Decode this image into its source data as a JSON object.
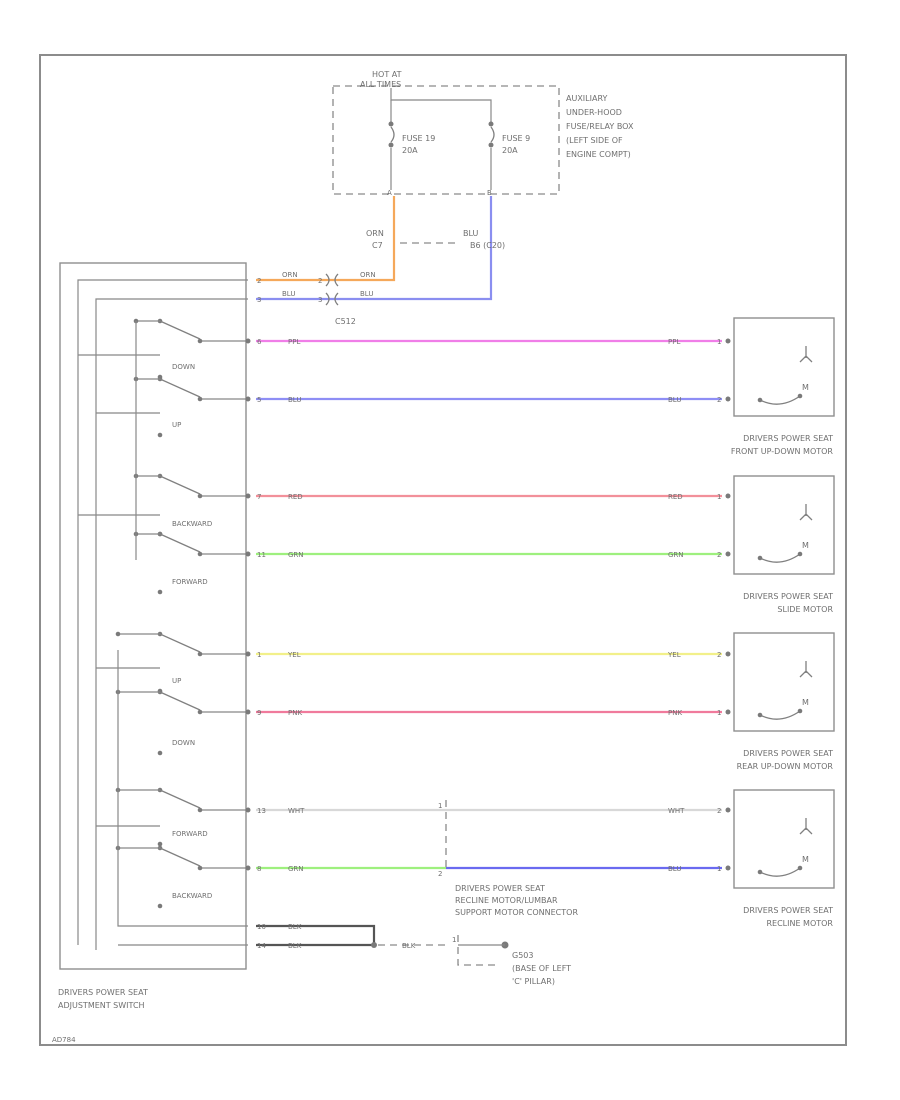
{
  "fuse_box": {
    "hot_label_1": "HOT AT",
    "hot_label_2": "ALL TIMES",
    "fuse_a": "FUSE 19",
    "fuse_a_rating": "20A",
    "fuse_b": "FUSE 9",
    "fuse_b_rating": "20A",
    "desc": [
      "AUXILIARY",
      "UNDER-HOOD",
      "FUSE/RELAY BOX",
      "(LEFT SIDE OF",
      "ENGINE COMPT)"
    ]
  },
  "feed_wires": {
    "orn_top": "ORN",
    "orn_pin": "C7",
    "blu_top": "BLU",
    "blu_pin": "B6 (C20)",
    "connector": "C512"
  },
  "switch_pins": [
    {
      "pin": "2",
      "color": "ORN",
      "right_pin": "2",
      "right_color": "ORN",
      "hex": "#f5a85a"
    },
    {
      "pin": "3",
      "color": "BLU",
      "right_pin": "3",
      "right_color": "BLU",
      "hex": "#8a8ef0"
    }
  ],
  "circuits": [
    {
      "pin": "6",
      "color": "PPL",
      "motor_pin": "1",
      "hex": "#f07ee8"
    },
    {
      "pin": "5",
      "color": "BLU",
      "motor_pin": "2",
      "hex": "#8e8ef5"
    },
    {
      "pin": "7",
      "color": "RED",
      "motor_pin": "1",
      "hex": "#f2909a"
    },
    {
      "pin": "11",
      "color": "GRN",
      "motor_pin": "2",
      "hex": "#9ef07e"
    },
    {
      "pin": "1",
      "color": "YEL",
      "motor_pin": "2",
      "hex": "#f2f08a"
    },
    {
      "pin": "9",
      "color": "PNK",
      "motor_pin": "1",
      "hex": "#f07a9c"
    },
    {
      "pin": "13",
      "color": "WHT",
      "motor_pin": "2",
      "hex": "#d8d8d8"
    },
    {
      "pin": "8",
      "color": "GRN",
      "motor_pin": "1",
      "right_color": "BLU",
      "hex": "#9ef07e",
      "right_hex": "#6a6af0"
    }
  ],
  "switch_labels": [
    "DOWN",
    "UP",
    "BACKWARD",
    "FORWARD",
    "UP",
    "DOWN",
    "FORWARD",
    "BACKWARD"
  ],
  "motors": [
    {
      "line1": "DRIVERS POWER SEAT",
      "line2": "FRONT UP-DOWN MOTOR"
    },
    {
      "line1": "DRIVERS POWER SEAT",
      "line2": "SLIDE MOTOR"
    },
    {
      "line1": "DRIVERS POWER SEAT",
      "line2": "REAR UP-DOWN MOTOR"
    },
    {
      "line1": "DRIVERS POWER SEAT",
      "line2": "RECLINE MOTOR"
    }
  ],
  "recline_connector": {
    "line1": "DRIVERS POWER SEAT",
    "line2": "RECLINE MOTOR/LUMBAR",
    "line3": "SUPPORT MOTOR CONNECTOR",
    "pin_a": "1",
    "pin_b": "2"
  },
  "ground": {
    "pin_a": "10",
    "pin_b": "14",
    "color_a": "BLK",
    "color_b": "BLK",
    "color_c": "BLK",
    "g_pin": "1",
    "name": "G503",
    "desc1": "(BASE OF LEFT",
    "desc2": "'C' PILLAR)"
  },
  "switch_name": {
    "line1": "DRIVERS POWER SEAT",
    "line2": "ADJUSTMENT SWITCH"
  },
  "footer": "AD784"
}
